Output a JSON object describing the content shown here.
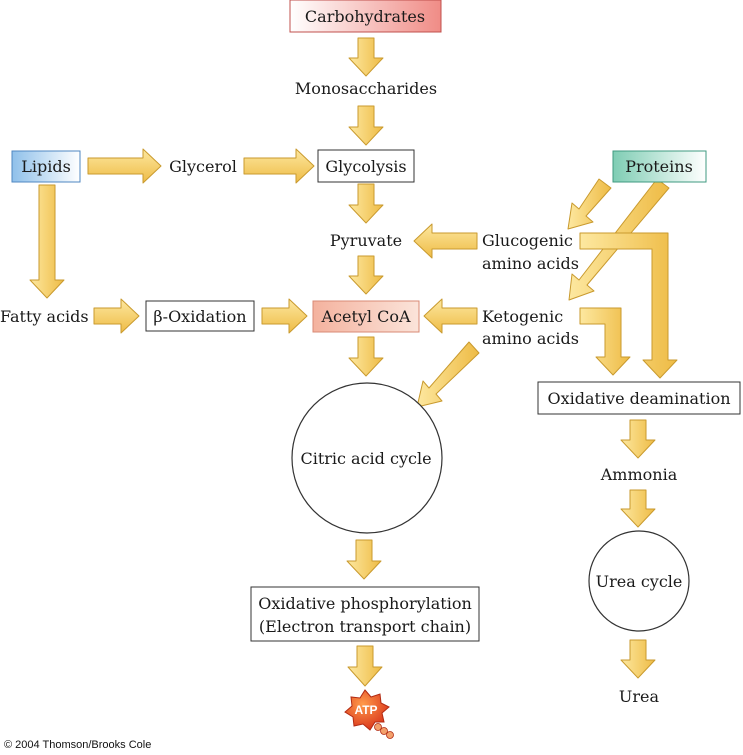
{
  "labels": {
    "carbohydrates": "Carbohydrates",
    "monosaccharides": "Monosaccharides",
    "lipids": "Lipids",
    "glycerol": "Glycerol",
    "glycolysis": "Glycolysis",
    "proteins": "Proteins",
    "pyruvate": "Pyruvate",
    "glucogenic_1": "Glucogenic",
    "glucogenic_2": "amino acids",
    "fatty_acids": "Fatty acids",
    "beta_oxidation": "β-Oxidation",
    "acetyl_coa": "Acetyl CoA",
    "ketogenic_1": "Ketogenic",
    "ketogenic_2": "amino acids",
    "citric_acid_cycle": "Citric acid cycle",
    "oxidative_deamination": "Oxidative deamination",
    "ammonia": "Ammonia",
    "urea_cycle": "Urea cycle",
    "oxphos_1": "Oxidative phosphorylation",
    "oxphos_2": "(Electron transport chain)",
    "urea": "Urea",
    "atp": "ATP",
    "credit": "© 2004 Thomson/Brooks Cole"
  },
  "colors": {
    "arrow_fill": "#f7d36a",
    "arrow_stroke": "#c99a2e",
    "carbohydrates_fill": "#f3a7a0",
    "lipids_fill": "#a9cdee",
    "proteins_fill": "#9ed8c5",
    "acetyl_coa_fill": "#f6c3b2",
    "atp_fill": "#e8431f"
  }
}
